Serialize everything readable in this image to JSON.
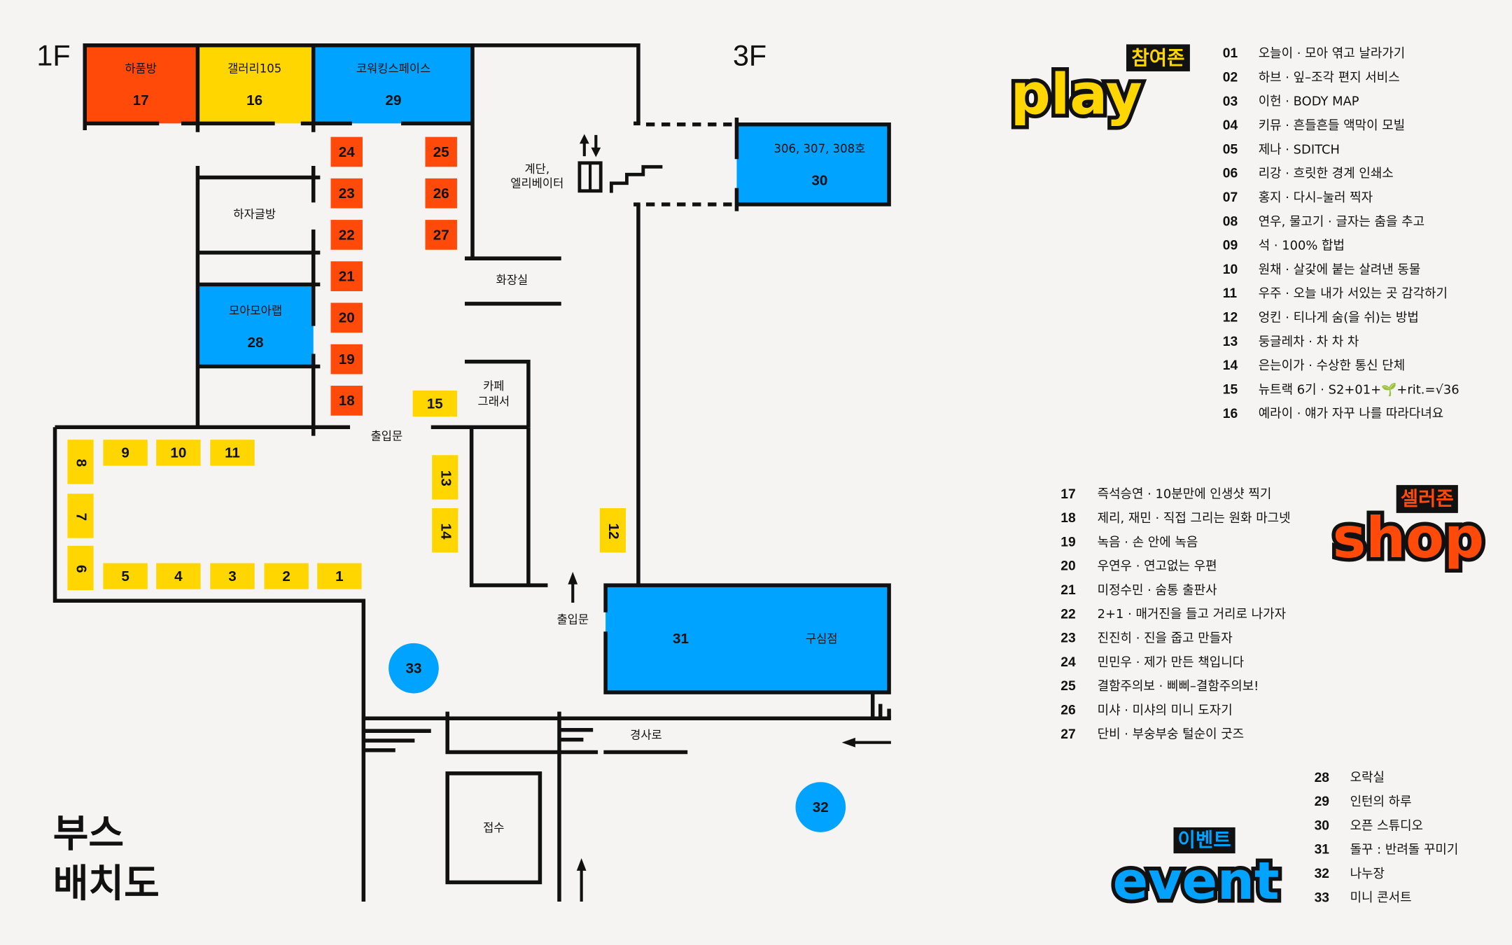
{
  "floors": {
    "first": "1F",
    "third": "3F"
  },
  "title": {
    "line1": "부스",
    "line2": "배치도"
  },
  "colors": {
    "orange": "#FF4A0A",
    "yellow": "#FFD600",
    "blue": "#00A3FF",
    "ink": "#111111",
    "background": "#F5F4F2"
  },
  "rooms": {
    "r17": {
      "name": "하품방",
      "no": "17"
    },
    "r16": {
      "name": "갤러리105",
      "no": "16"
    },
    "r29": {
      "name": "코워킹스페이스",
      "no": "29"
    },
    "r28": {
      "name": "모아모아랩",
      "no": "28"
    },
    "r30": {
      "name": "306, 307, 308호",
      "no": "30"
    },
    "r31": {
      "name": "구심점",
      "no": "31"
    }
  },
  "places": {
    "hajageulbang": "하자글방",
    "stairs_line1": "계단,",
    "stairs_line2": "엘리베이터",
    "restroom": "화장실",
    "cafe_line1": "카페",
    "cafe_line2": "그래서",
    "entrance_top": "출입문",
    "entrance_bottom": "출입문",
    "ramp": "경사로",
    "reception": "접수"
  },
  "booths": [
    "1",
    "2",
    "3",
    "4",
    "5",
    "6",
    "7",
    "8",
    "9",
    "10",
    "11",
    "12",
    "13",
    "14",
    "15",
    "18",
    "19",
    "20",
    "21",
    "22",
    "23",
    "24",
    "25",
    "26",
    "27"
  ],
  "circles": {
    "c32": "32",
    "c33": "33"
  },
  "zones": {
    "play": {
      "word": "play",
      "tag": "참여존"
    },
    "shop": {
      "word": "shop",
      "tag": "셀러존"
    },
    "event": {
      "word": "event",
      "tag": "이벤트"
    }
  },
  "legend": {
    "play": [
      {
        "no": "01",
        "name": "오늘이 · 모아 엮고 날라가기"
      },
      {
        "no": "02",
        "name": "하브 · 잎–조각 편지 서비스"
      },
      {
        "no": "03",
        "name": "이헌 · BODY MAP"
      },
      {
        "no": "04",
        "name": "키뮤 · 흔들흔들 액막이 모빌"
      },
      {
        "no": "05",
        "name": "제나 · SDITCH"
      },
      {
        "no": "06",
        "name": "리강 · 흐릿한 경계 인쇄소"
      },
      {
        "no": "07",
        "name": "홍지 · 다시–눌러 찍자"
      },
      {
        "no": "08",
        "name": "연우, 물고기 · 글자는 춤을 추고"
      },
      {
        "no": "09",
        "name": "석 · 100% 합법"
      },
      {
        "no": "10",
        "name": "원채 · 살갗에 붙는 살려낸 동물"
      },
      {
        "no": "11",
        "name": "우주 · 오늘 내가 서있는 곳 감각하기"
      },
      {
        "no": "12",
        "name": "엉킨 · 티나게 숨(을 쉬)는 방법"
      },
      {
        "no": "13",
        "name": "둥글레차 · 차 차 차"
      },
      {
        "no": "14",
        "name": "은는이가 · 수상한 통신 단체"
      },
      {
        "no": "15",
        "name": "뉴트랙 6기 · S2+01+🌱+rit.=√36"
      },
      {
        "no": "16",
        "name": "예라이 · 얘가 자꾸 나를 따라다녀요"
      }
    ],
    "shop": [
      {
        "no": "17",
        "name": "즉석승연 · 10분만에 인생샷 찍기"
      },
      {
        "no": "18",
        "name": "제리, 재민 · 직접 그리는 원화 마그넷"
      },
      {
        "no": "19",
        "name": "녹음 · 손 안에 녹음"
      },
      {
        "no": "20",
        "name": "우연우 · 연고없는 우편"
      },
      {
        "no": "21",
        "name": "미정수민 · 숨통 출판사"
      },
      {
        "no": "22",
        "name": "2+1 · 매거진을 들고 거리로 나가자"
      },
      {
        "no": "23",
        "name": "진진히 · 진을 줍고 만들자"
      },
      {
        "no": "24",
        "name": "민민우 · 제가 만든 책입니다"
      },
      {
        "no": "25",
        "name": "결함주의보 · 삐삐–결함주의보!"
      },
      {
        "no": "26",
        "name": "미샤 · 미샤의 미니 도자기"
      },
      {
        "no": "27",
        "name": "단비 · 부숭부숭 털순이 굿즈"
      }
    ],
    "event": [
      {
        "no": "28",
        "name": "오락실"
      },
      {
        "no": "29",
        "name": "인턴의 하루"
      },
      {
        "no": "30",
        "name": "오픈 스튜디오"
      },
      {
        "no": "31",
        "name": "돌꾸 : 반려돌 꾸미기"
      },
      {
        "no": "32",
        "name": "나누장"
      },
      {
        "no": "33",
        "name": "미니 콘서트"
      }
    ]
  }
}
